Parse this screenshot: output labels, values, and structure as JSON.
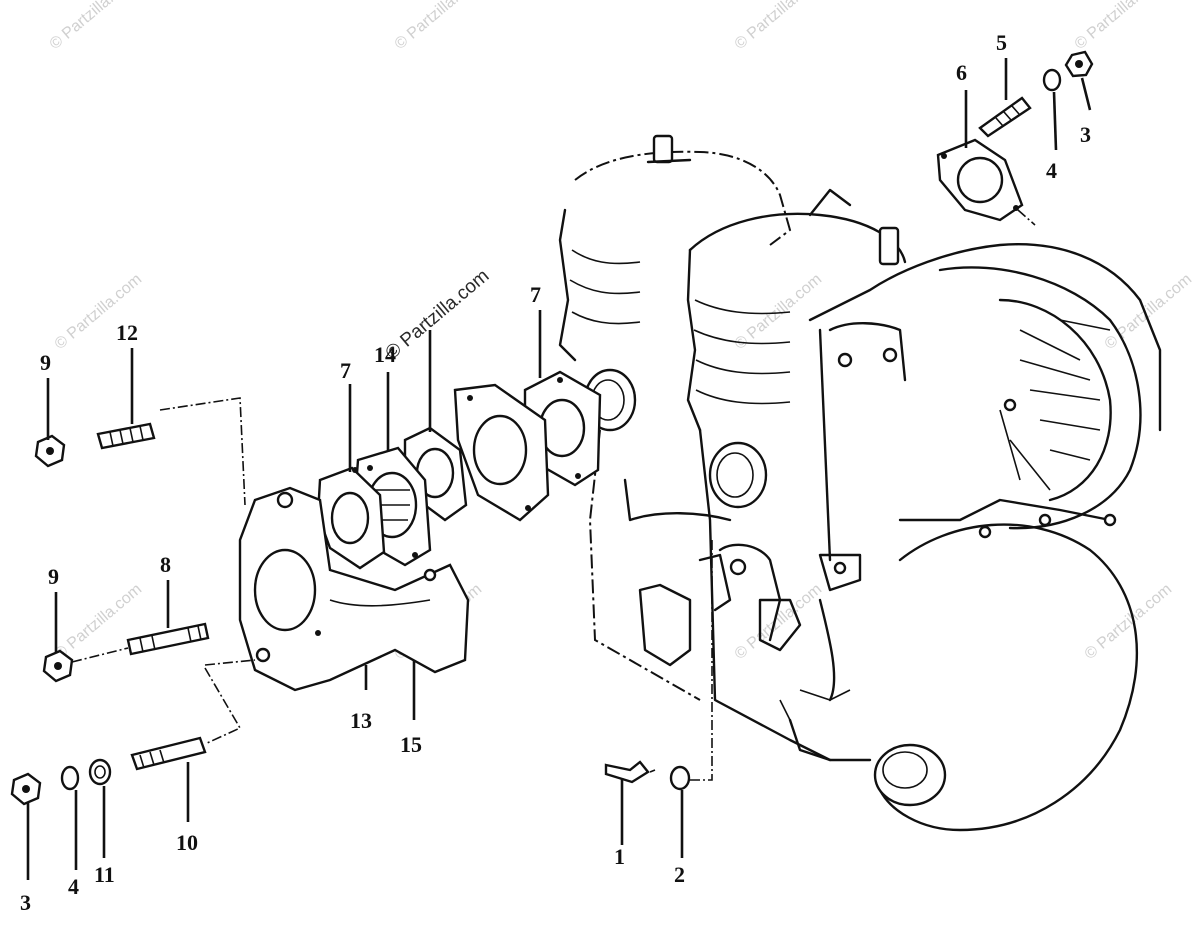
{
  "watermarks": {
    "primary": "© Partzilla.com",
    "faint": "© Partzilla.com"
  },
  "callouts": [
    {
      "id": "c1",
      "label": "1"
    },
    {
      "id": "c2",
      "label": "2"
    },
    {
      "id": "c3a",
      "label": "3"
    },
    {
      "id": "c3b",
      "label": "3"
    },
    {
      "id": "c4a",
      "label": "4"
    },
    {
      "id": "c4b",
      "label": "4"
    },
    {
      "id": "c5",
      "label": "5"
    },
    {
      "id": "c6",
      "label": "6"
    },
    {
      "id": "c7a",
      "label": "7"
    },
    {
      "id": "c7b",
      "label": "7"
    },
    {
      "id": "c8",
      "label": "8"
    },
    {
      "id": "c9a",
      "label": "9"
    },
    {
      "id": "c9b",
      "label": "9"
    },
    {
      "id": "c10",
      "label": "10"
    },
    {
      "id": "c11",
      "label": "11"
    },
    {
      "id": "c12",
      "label": "12"
    },
    {
      "id": "c13",
      "label": "13"
    },
    {
      "id": "c14",
      "label": "14"
    },
    {
      "id": "c15",
      "label": "15"
    }
  ],
  "colors": {
    "ink": "#111111",
    "background": "#ffffff",
    "watermark": "#d0d0d0"
  }
}
